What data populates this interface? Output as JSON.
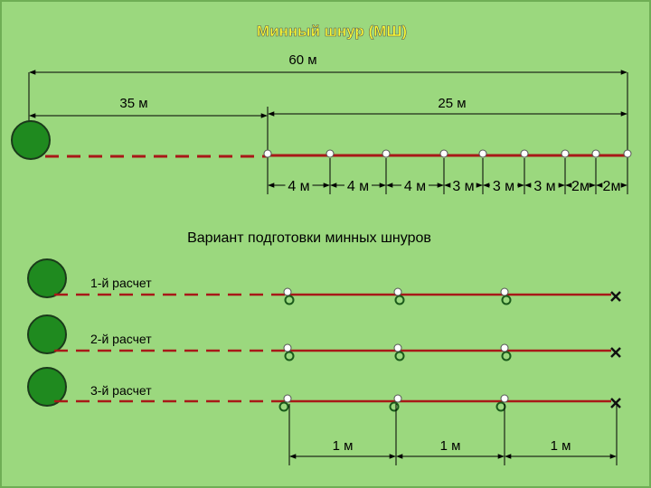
{
  "title": "Минный шнур (МШ)",
  "dim_total": "60 м",
  "dim_left": "35 м",
  "dim_right": "25 м",
  "segments": [
    "4 м",
    "4 м",
    "4 м",
    "3 м",
    "3 м",
    "3 м",
    "2м",
    "2м"
  ],
  "subtitle": "Вариант подготовки минных шнуров",
  "crews": [
    "1-й расчет",
    "2-й расчет",
    "3-й расчет"
  ],
  "spacing": [
    "1 м",
    "1 м",
    "1 м"
  ],
  "colors": {
    "background": "#9bd87e",
    "circle": "#1f8a1f",
    "cord": "#a81818",
    "title": "#ffff33"
  }
}
